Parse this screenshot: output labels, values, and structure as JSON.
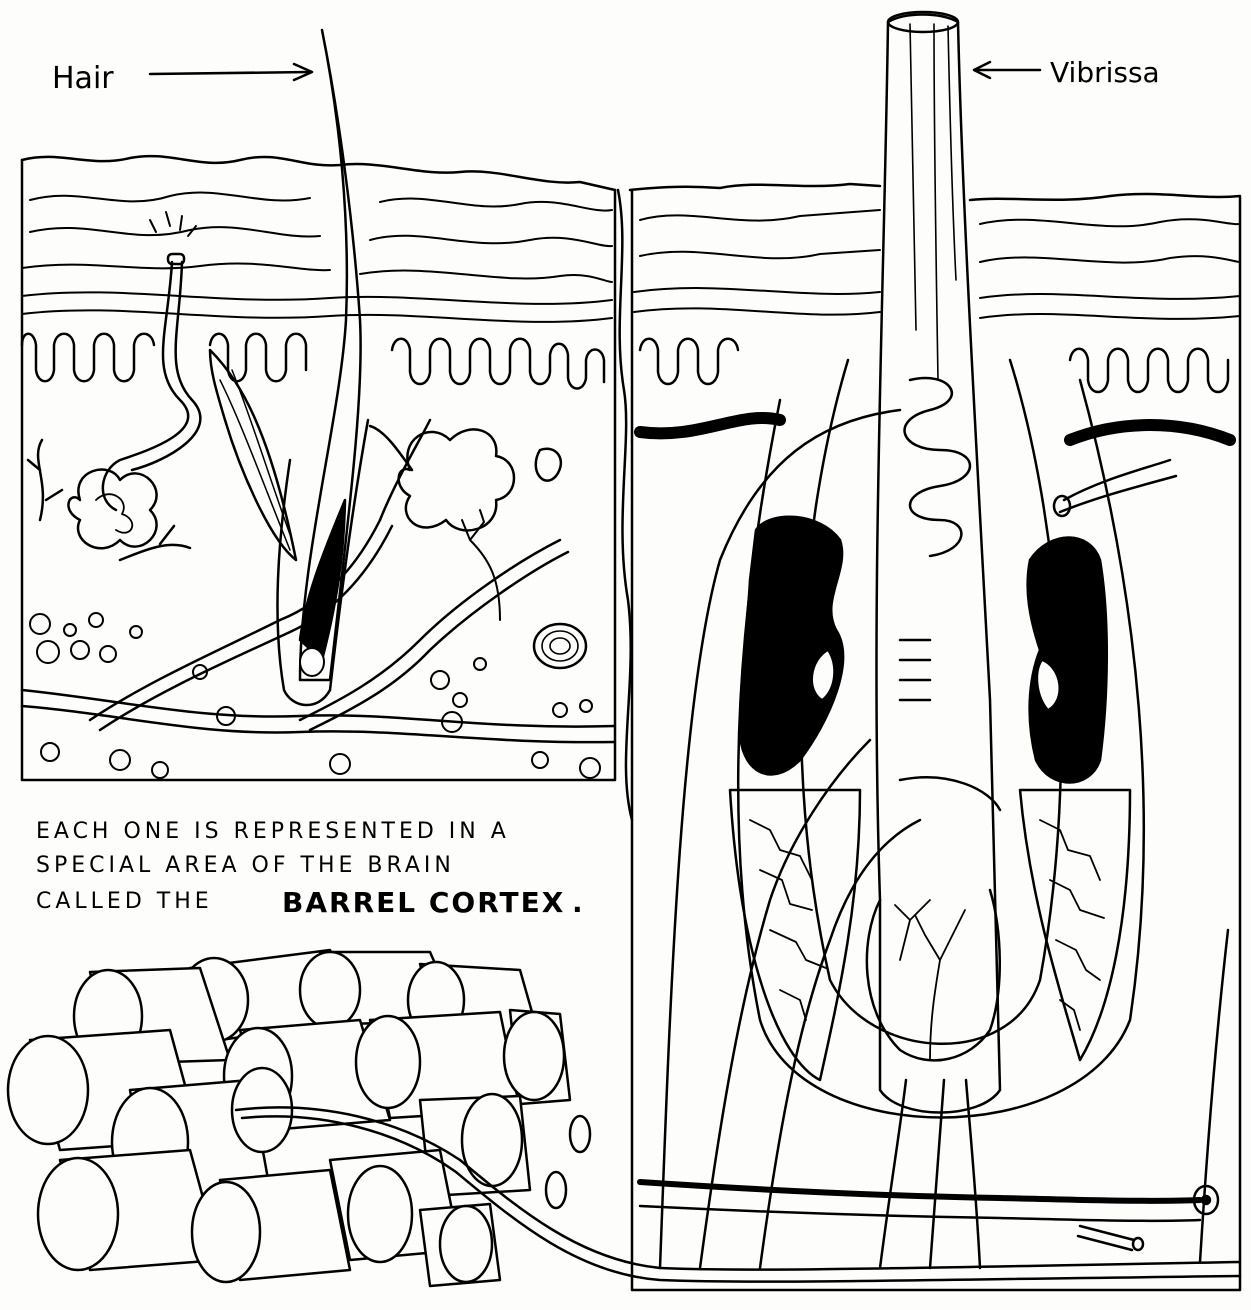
{
  "labels": {
    "hair": "Hair",
    "vibrissa": "Vibrissa"
  },
  "caption": {
    "line1": "EACH ONE IS REPRESENTED IN A",
    "line2": "SPECIAL AREA OF THE BRAIN",
    "line3_prefix": "CALLED THE",
    "term": "BARREL CORTEX",
    "term_suffix": "."
  },
  "colors": {
    "ink": "#000000",
    "paper": "#fdfdfb"
  }
}
